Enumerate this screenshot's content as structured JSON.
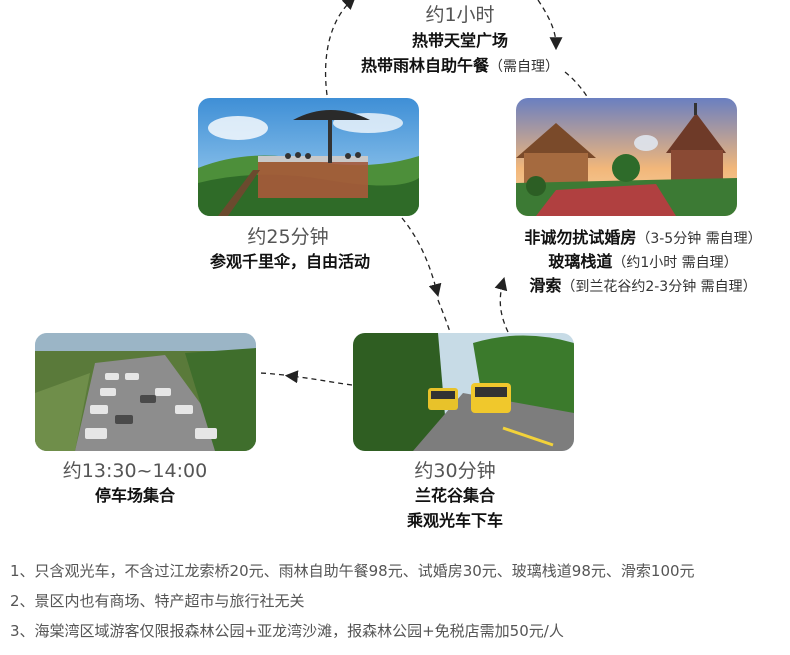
{
  "top": {
    "time": "约1小时",
    "line1": "热带天堂广场",
    "line2": "热带雨林自助午餐",
    "line2_note": "（需自理）"
  },
  "umbrella": {
    "time": "约25分钟",
    "label": "参观千里伞，自由活动"
  },
  "wedding": {
    "line1": "非诚勿扰试婚房",
    "line1_note": "（3-5分钟  需自理）",
    "line2": "玻璃栈道",
    "line2_note": "（约1小时  需自理）",
    "line3": "滑索",
    "line3_note": "（到兰花谷约2-3分钟  需自理）"
  },
  "parking": {
    "time": "约13:30~14:00",
    "label": "停车场集合"
  },
  "orchid": {
    "time": "约30分钟",
    "line1": "兰花谷集合",
    "line2": "乘观光车下车"
  },
  "notes": [
    "1、只含观光车，不含过江龙索桥20元、雨林自助午餐98元、试婚房30元、玻璃栈道98元、滑索100元",
    "2、景区内也有商场、特产超市与旅行社无关",
    "3、海棠湾区域游客仅限报森林公园+亚龙湾沙滩，报森林公园+免税店需加50元/人"
  ],
  "icons": {
    "arrow": "dashed-arrow-icon"
  }
}
